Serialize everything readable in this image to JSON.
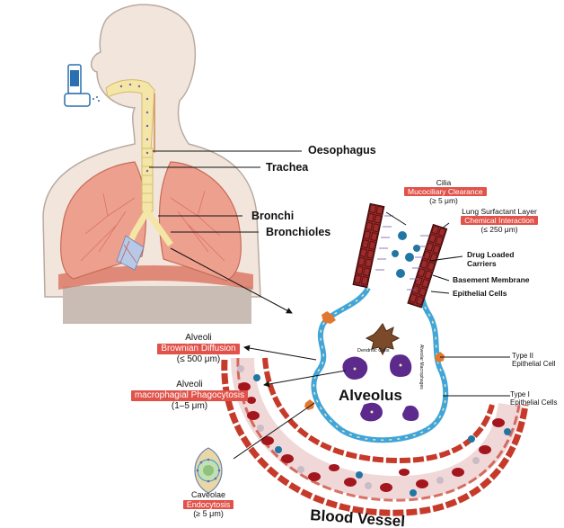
{
  "labels": {
    "oesophagus": "Oesophagus",
    "trachea": "Trachea",
    "bronchi": "Bronchi",
    "bronchioles": "Bronchioles",
    "cilia": "Cilia",
    "mucociliary_clearance": "Mucociliary Clearance",
    "cilia_size": "(≥ 5 μm)",
    "lung_surfactant_layer": "Lung Surfactant Layer",
    "chemical_interaction": "Chemical Interaction",
    "surfactant_size": "(≤ 250 μm)",
    "drug_loaded_carriers_1": "Drug Loaded",
    "drug_loaded_carriers_2": "Carriers",
    "basement_membrane": "Basement Membrane",
    "epithelial_cells": "Epithelial Cells",
    "dendritic_cells": "Dendritic Cells",
    "alveolar_macrophages": "Alveolar Macrophages",
    "type2_1": "Type II",
    "type2_2": "Epithelial Cell",
    "type1_1": "Type I",
    "type1_2": "Epithelial Cells",
    "alveoli_1": "Alveoli",
    "brownian_diffusion": "Brownian Diffusion",
    "brownian_size": "(≤ 500 μm)",
    "alveoli_2": "Alveoli",
    "macrophagial_phagocytosis": "macrophagial Phagocytosis",
    "phago_size": "(1–5 μm)",
    "alveolus": "Alveolus",
    "caveolae": "Caveolae",
    "endocytosis": "Endocytosis",
    "caveolae_size": "(≥ 5 μm)",
    "blood_vessel": "Blood Vessel"
  },
  "colors": {
    "skin": "#f2e6dc",
    "skin_outline": "#b9aaa0",
    "lung": "#eea08f",
    "lung_dark": "#d9735f",
    "airway": "#f3e6a6",
    "tag_red": "#e0524a",
    "membrane_blue": "#3fa5db",
    "cilia_block": "#9c2b2b",
    "vessel_red": "#c63a2a",
    "rbc": "#a3161e",
    "carrier": "#2276a3",
    "macrophage": "#5c2a8c",
    "orange_cell": "#e27830"
  }
}
